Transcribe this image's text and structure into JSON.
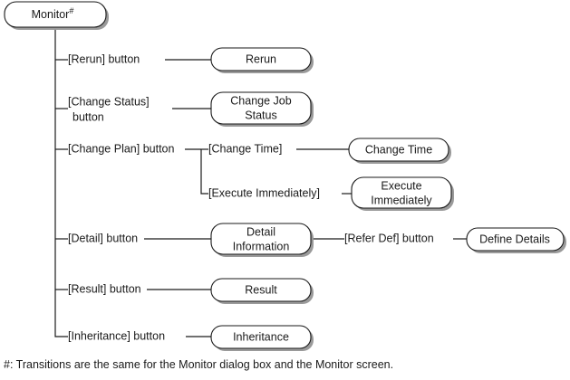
{
  "diagram": {
    "type": "transition-tree",
    "root": {
      "id": "monitor",
      "label": "Monitor",
      "superscript": "#"
    },
    "branches": [
      {
        "edge_label": "[Rerun] button",
        "target": "Rerun"
      },
      {
        "edge_label_line1": "[Change Status]",
        "edge_label_line2": "button",
        "target_line1": "Change Job",
        "target_line2": "Status"
      },
      {
        "edge_label": "[Change Plan] button",
        "sub_branches": [
          {
            "edge_label": "[Change Time]",
            "target": "Change Time"
          },
          {
            "edge_label": "[Execute Immediately]",
            "target_line1": "Execute",
            "target_line2": "Immediately"
          }
        ]
      },
      {
        "edge_label": "[Detail] button",
        "target_line1": "Detail",
        "target_line2": "Information",
        "next_edge_label": "[Refer Def] button",
        "next_target": "Define Details"
      },
      {
        "edge_label": "[Result] button",
        "target": "Result"
      },
      {
        "edge_label": "[Inheritance] button",
        "target": "Inheritance"
      }
    ]
  },
  "footnote": {
    "text": "#:  Transitions are the same for the Monitor dialog box and the Monitor screen."
  },
  "colors": {
    "line": "#1a1a1a",
    "shadow": "#9a9a9a",
    "box_fill": "#ffffff",
    "text": "#1a1a1a",
    "background": "#ffffff"
  }
}
